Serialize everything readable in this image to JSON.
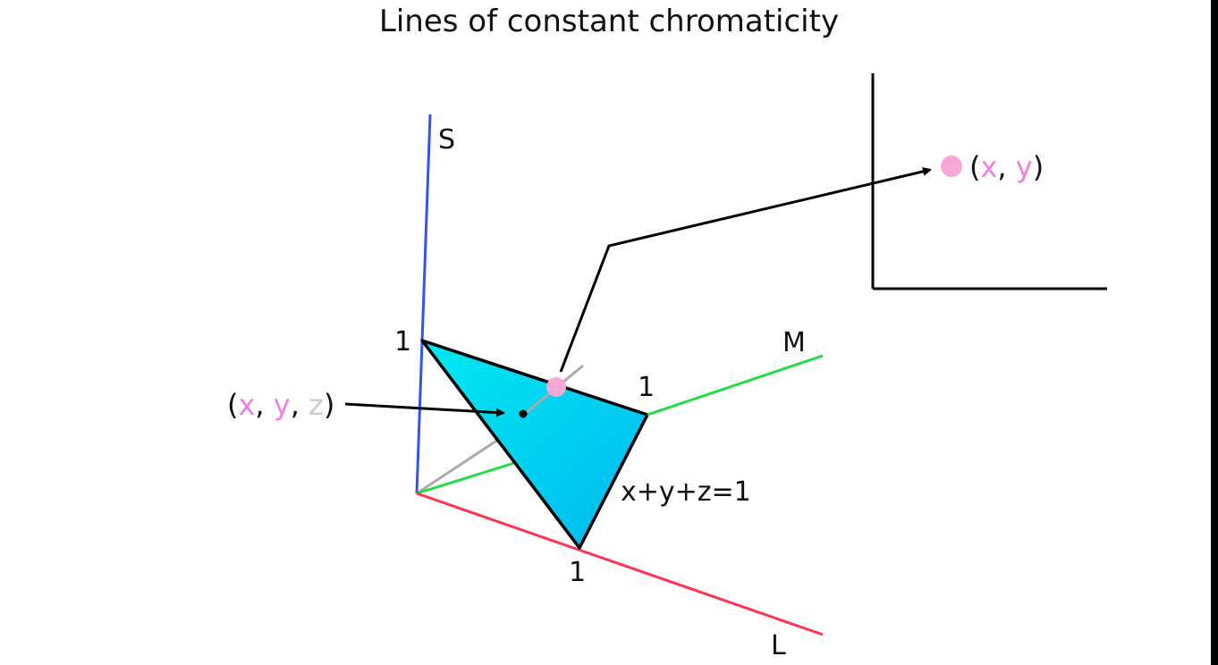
{
  "title": "Lines of constant chromaticity",
  "axes": {
    "s_label": "S",
    "m_label": "M",
    "l_label": "L",
    "s_color": "#3355ee",
    "m_color": "#22dd44",
    "l_color": "#ff3355"
  },
  "unit_ticks": {
    "s": "1",
    "m": "1",
    "l": "1"
  },
  "plane_equation": "x+y+z=1",
  "plane_color": "#00ccee",
  "point_3d": {
    "open": "(",
    "x": "x",
    "sep1": ", ",
    "y": "y",
    "sep2": ", ",
    "z": "z",
    "close": ")"
  },
  "point_2d": {
    "open": "(",
    "x": "x",
    "sep": ", ",
    "y": "y",
    "close": ")"
  },
  "colors": {
    "pink": "#f080e0",
    "grey": "#cccccc",
    "marker": "#f7a8d6"
  }
}
